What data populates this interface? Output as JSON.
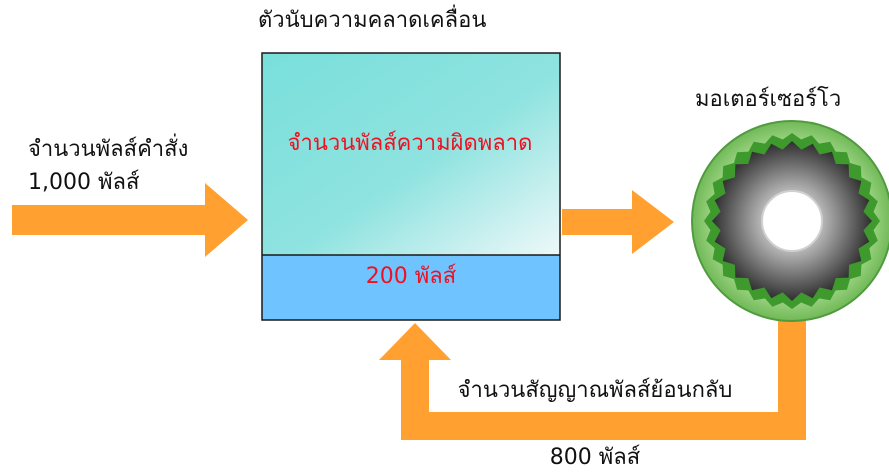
{
  "counter": {
    "title": "ตัวนับความคลาดเคลื่อน",
    "error_label": "จำนวนพัลส์ความผิดพลาด",
    "error_value": "200 พัลส์"
  },
  "input": {
    "label": "จำนวนพัลส์คำสั่ง",
    "value": "1,000 พัลส์"
  },
  "motor": {
    "label": "มอเตอร์เซอร์โว"
  },
  "feedback": {
    "label": "จำนวนสัญญาณพัลส์ย้อนกลับ",
    "value": "800 พัลส์"
  },
  "colors": {
    "arrow": "#ffa031",
    "counter_gradient_top": "#79dfdb",
    "counter_gradient_bottom": "#e9f7f8",
    "counter_bottom": "#6fc4ff",
    "error_text": "#ee1122",
    "motor_outer": "#8ecc70",
    "motor_teeth": "#3f9a2e",
    "motor_body": "#444444"
  }
}
